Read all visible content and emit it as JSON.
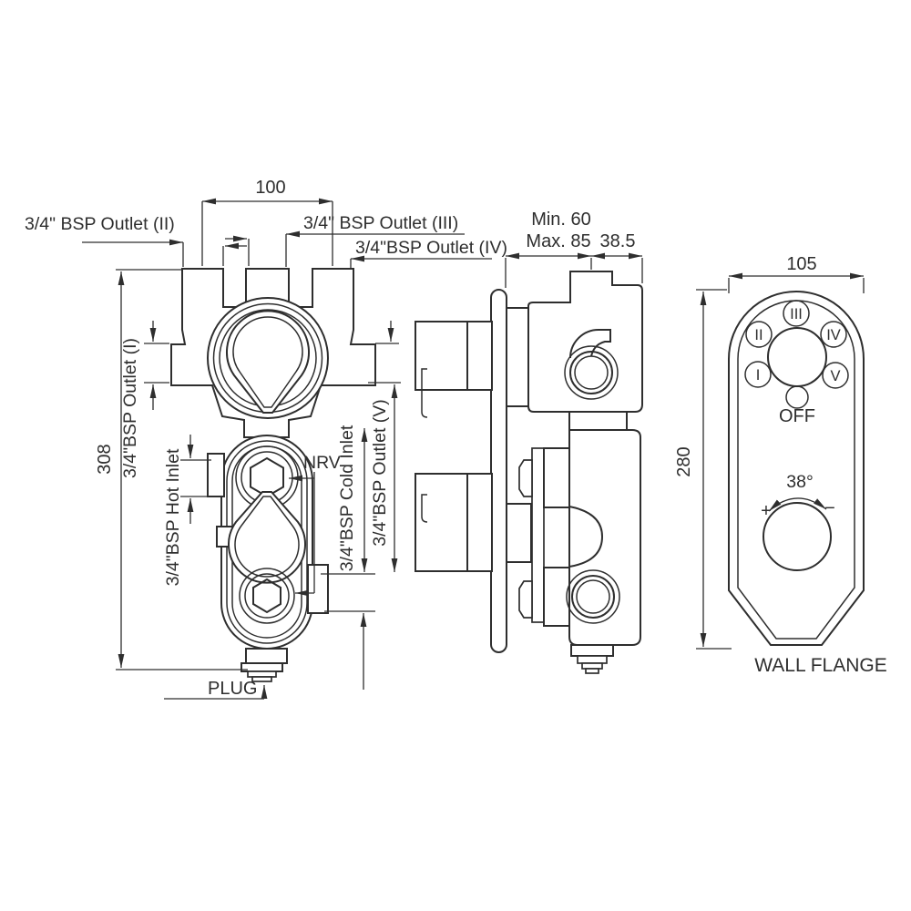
{
  "front": {
    "dim_width": "100",
    "dim_height": "308",
    "outlet2": "3/4\" BSP Outlet (II)",
    "outlet3": "3/4\" BSP Outlet (III)",
    "outlet4": "3/4\"BSP Outlet (IV)",
    "outlet1": "3/4\"BSP Outlet (I)",
    "hot_inlet": "3/4\"BSP Hot Inlet",
    "cold_inlet": "3/4\"BSP Cold Inlet",
    "outlet5": "3/4\"BSP Outlet (V)",
    "nrv": "NRV",
    "plug": "PLUG"
  },
  "side": {
    "dim_min": "Min. 60",
    "dim_max": "Max. 85",
    "dim_offset": "38.5"
  },
  "flange": {
    "dim_width": "105",
    "dim_height": "280",
    "pos1": "I",
    "pos2": "II",
    "pos3": "III",
    "pos4": "IV",
    "pos5": "V",
    "off": "OFF",
    "angle": "38°",
    "plus": "+",
    "minus": "−",
    "caption": "WALL FLANGE"
  },
  "colors": {
    "line": "#2e2e2e",
    "background": "#ffffff"
  }
}
